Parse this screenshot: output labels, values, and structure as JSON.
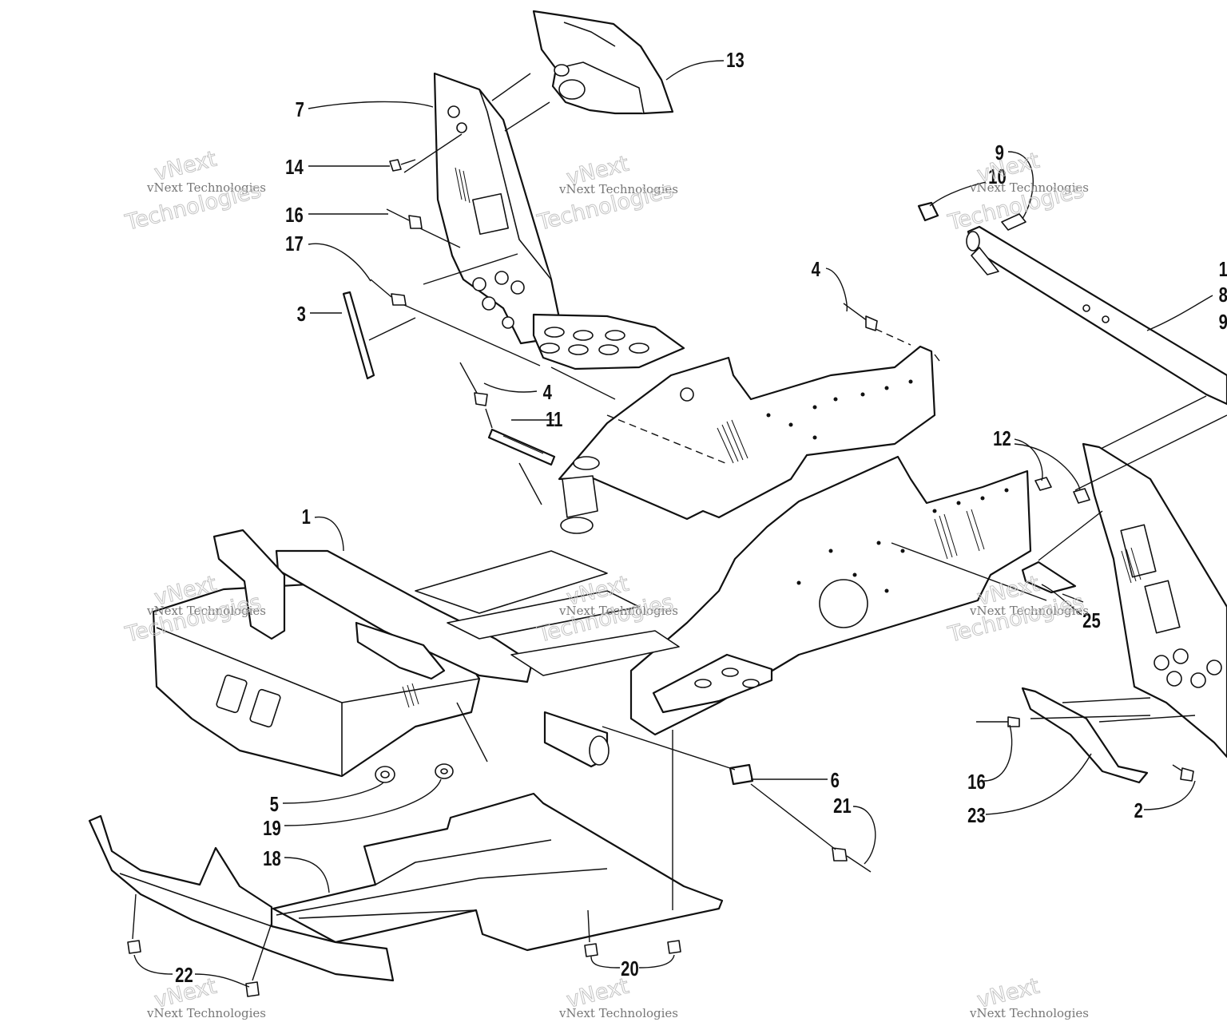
{
  "callouts": [
    {
      "label": "13"
    },
    {
      "label": "7"
    },
    {
      "label": "14"
    },
    {
      "label": "16"
    },
    {
      "label": "17"
    },
    {
      "label": "3"
    },
    {
      "label": "4"
    },
    {
      "label": "11"
    },
    {
      "label": "1"
    },
    {
      "label": "4"
    },
    {
      "label": "9"
    },
    {
      "label": "10"
    },
    {
      "label": "1"
    },
    {
      "label": "8"
    },
    {
      "label": "9"
    },
    {
      "label": "12"
    },
    {
      "label": "25"
    },
    {
      "label": "5"
    },
    {
      "label": "19"
    },
    {
      "label": "18"
    },
    {
      "label": "6"
    },
    {
      "label": "21"
    },
    {
      "label": "16"
    },
    {
      "label": "23"
    },
    {
      "label": "2"
    },
    {
      "label": "22"
    },
    {
      "label": "20"
    }
  ],
  "watermark": {
    "brand": "vNext",
    "word": "Technologies",
    "company": "vNext Technologies"
  },
  "colors": {
    "ink": "#111111",
    "paper": "#ffffff",
    "watermark": "#c4c4c4"
  }
}
